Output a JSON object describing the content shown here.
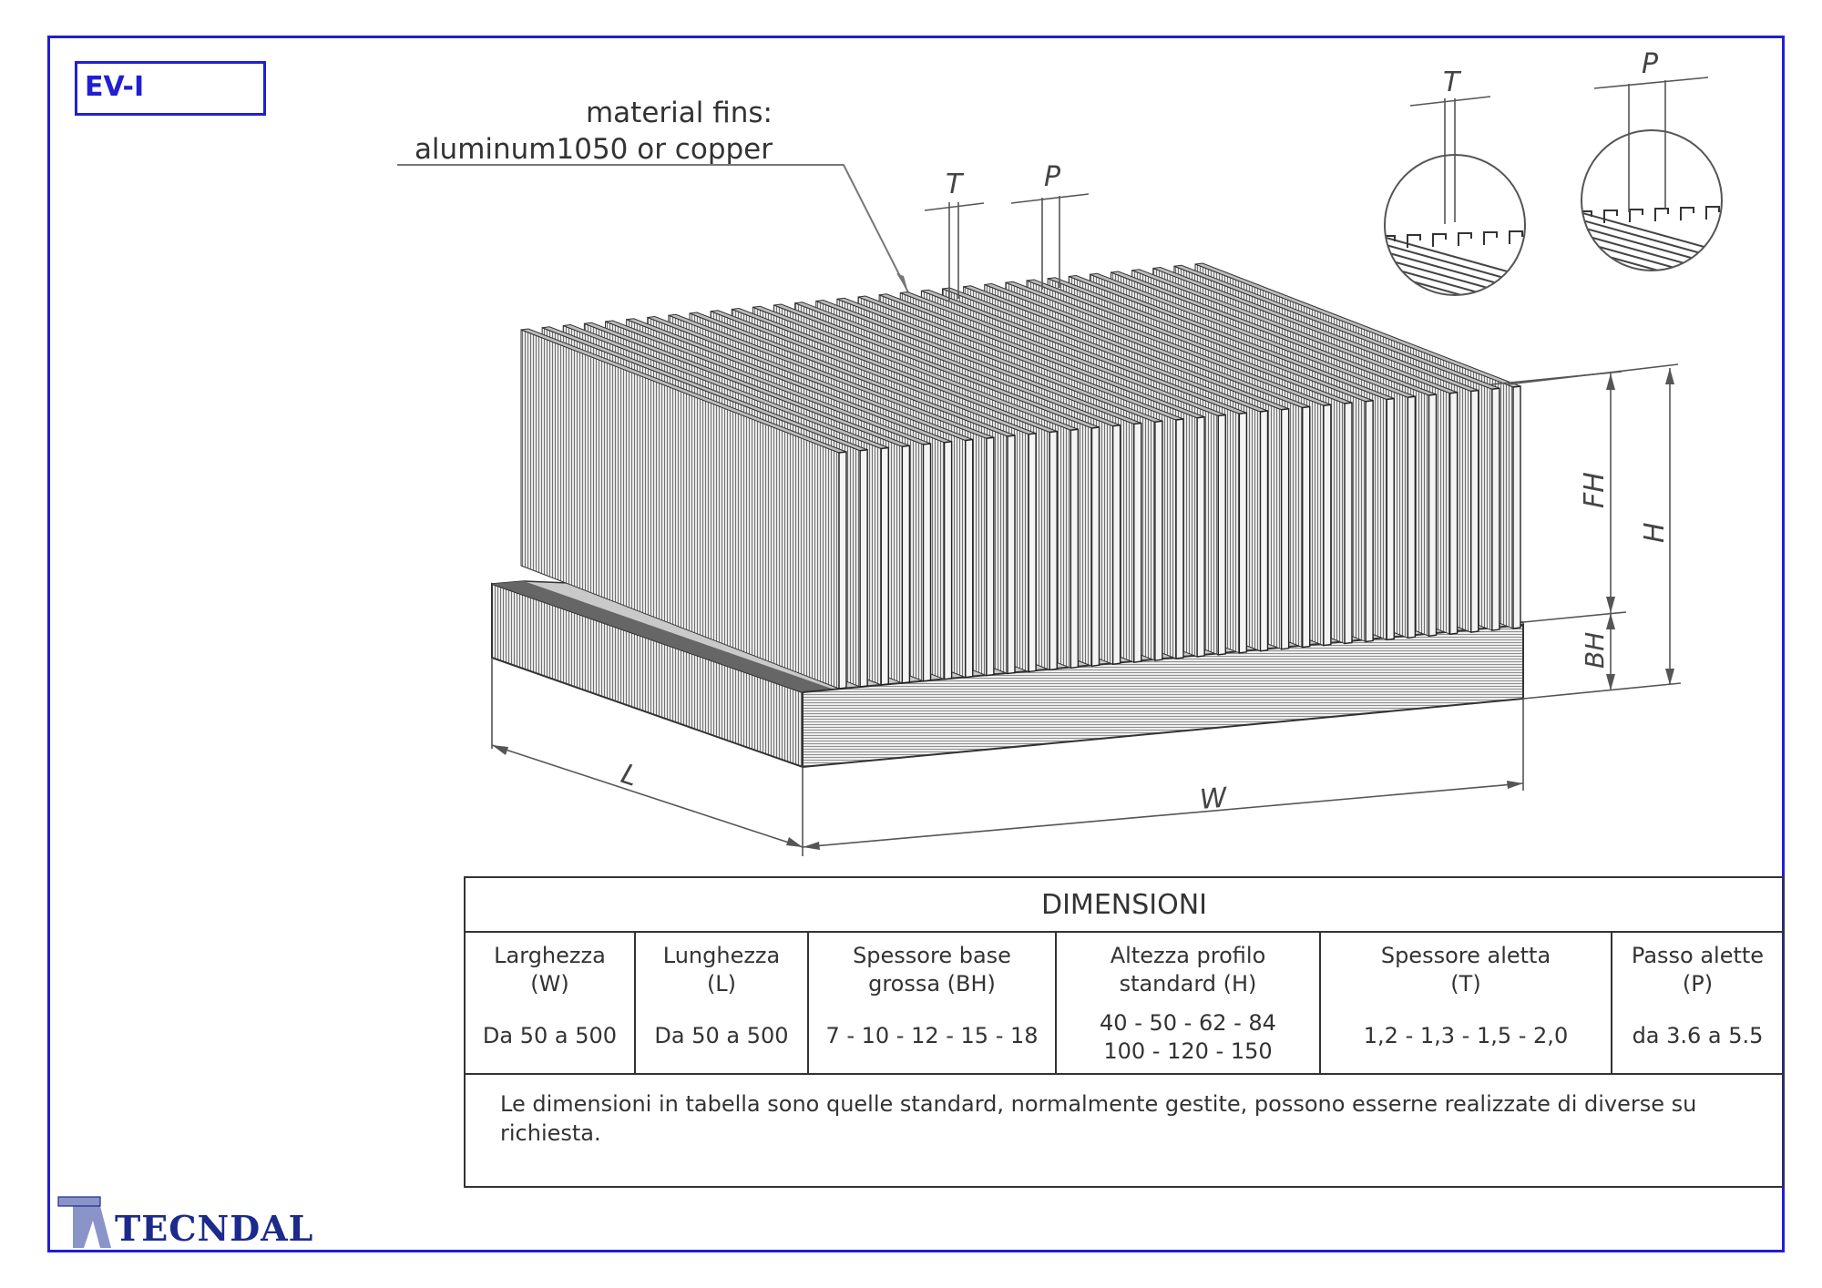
{
  "code_label": "EV-I",
  "note": {
    "line1": "material fins:",
    "line2": "aluminum1050 or copper"
  },
  "dimension_labels": {
    "T": "T",
    "P": "P",
    "FH": "FH",
    "H": "H",
    "BH": "BH",
    "L": "L",
    "W": "W"
  },
  "table": {
    "title": "DIMENSIONI",
    "columns": [
      {
        "line1": "Larghezza",
        "line2": "(W)",
        "values": [
          "Da 50 a 500"
        ]
      },
      {
        "line1": "Lunghezza",
        "line2": "(L)",
        "values": [
          "Da 50 a 500"
        ]
      },
      {
        "line1": "Spessore base",
        "line2": "grossa (BH)",
        "values": [
          "7 - 10 - 12 - 15 - 18"
        ]
      },
      {
        "line1": "Altezza profilo",
        "line2": "standard  (H)",
        "values": [
          "40 - 50 - 62 - 84",
          "100 - 120 - 150"
        ]
      },
      {
        "line1": "Spessore aletta",
        "line2": "(T)",
        "values": [
          "1,2 - 1,3 - 1,5 - 2,0"
        ]
      },
      {
        "line1": "Passo alette",
        "line2": "(P)",
        "values": [
          "da 3.6 a 5.5"
        ]
      }
    ],
    "footnote": "Le dimensioni in tabella sono quelle standard, normalmente gestite, possono esserne realizzate di diverse su richiesta."
  },
  "logo": {
    "name": "TECNDAL",
    "colors": {
      "brand": "#1c2a8c",
      "mark": "#8a94c9"
    }
  },
  "colors": {
    "frame": "#1f1fd6",
    "line": "#444444"
  }
}
